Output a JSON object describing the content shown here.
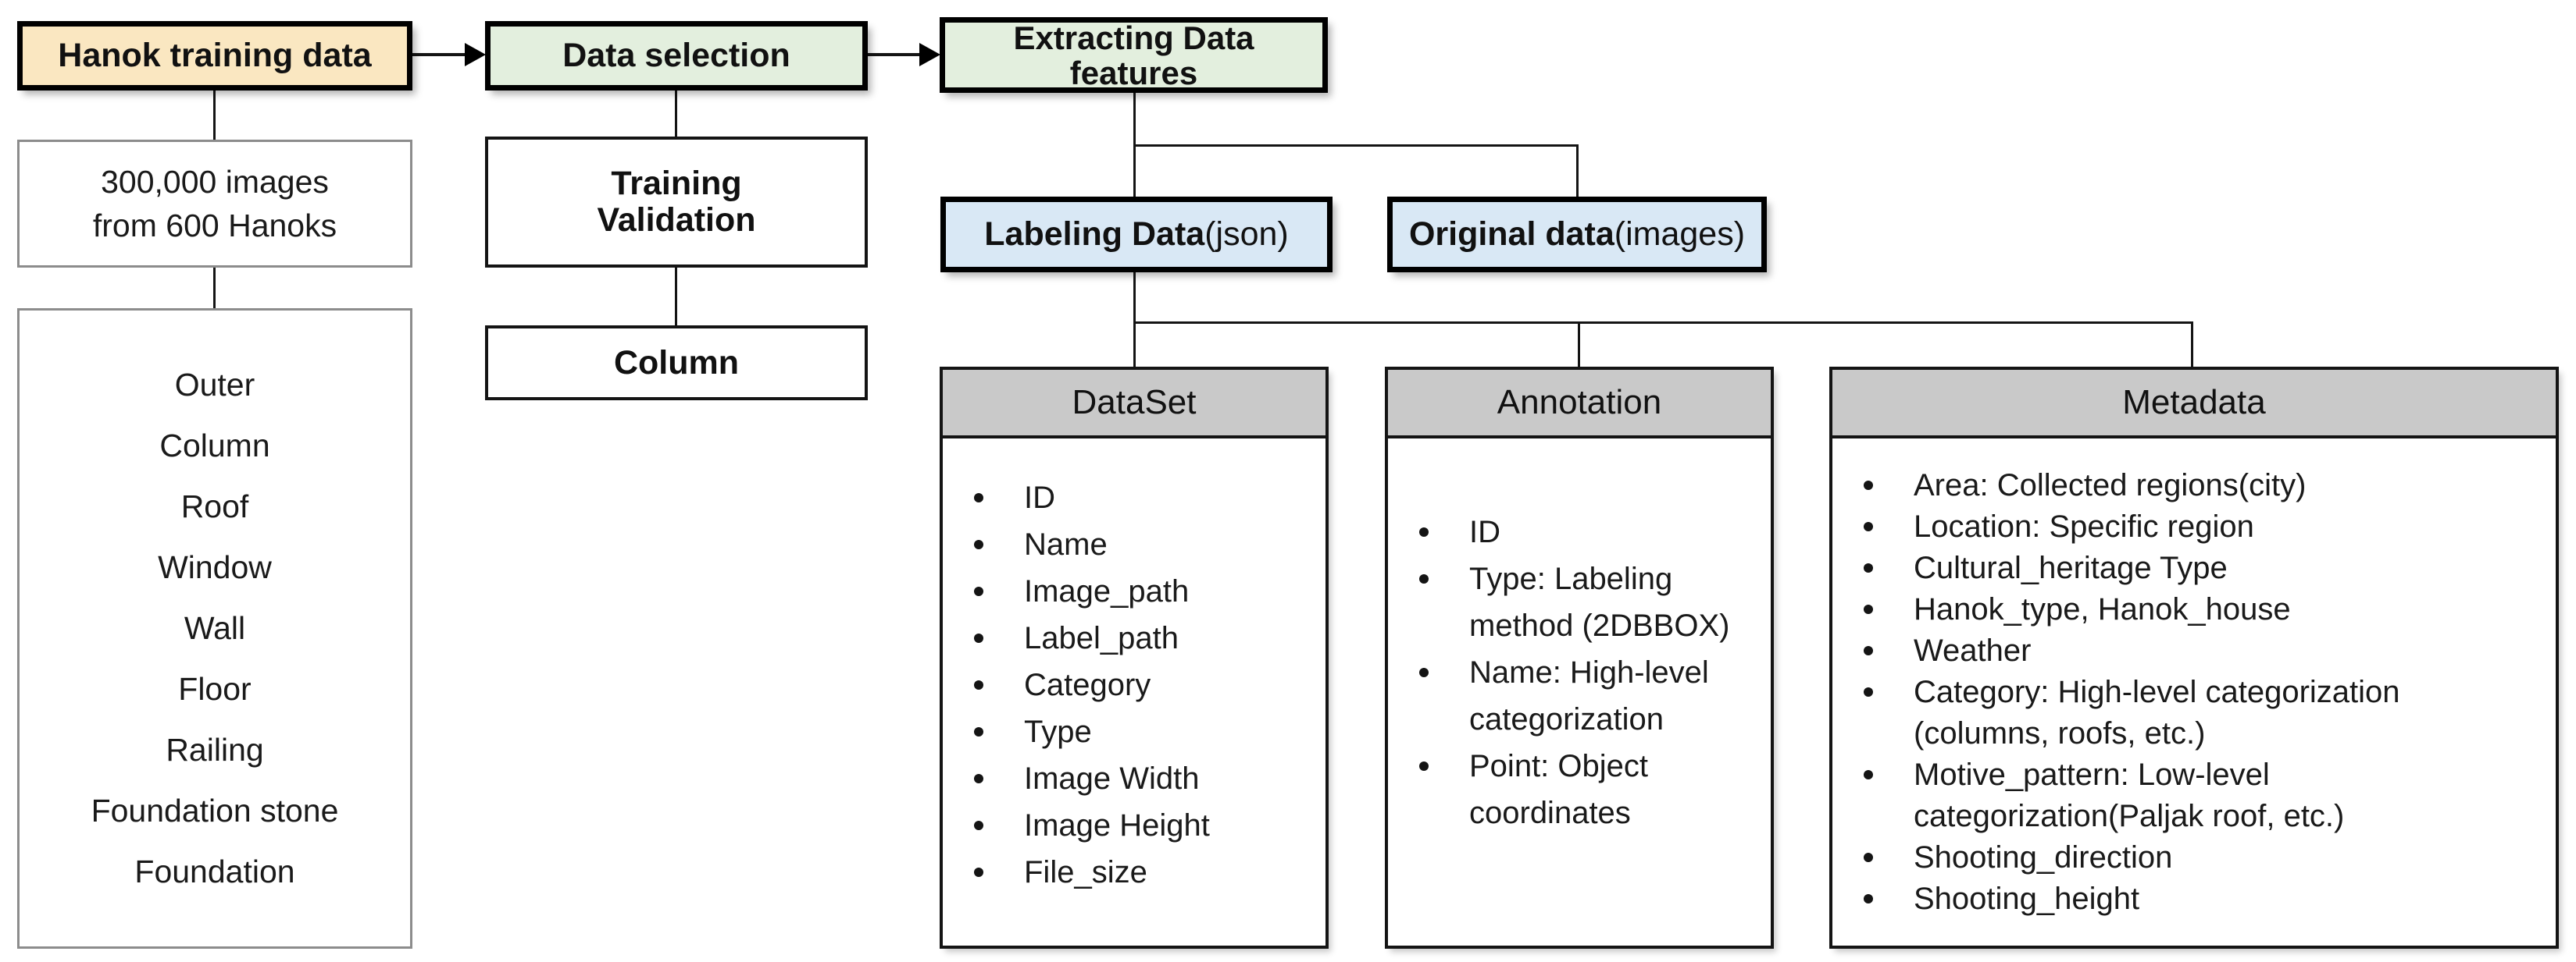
{
  "flow": {
    "hanok": {
      "label": "Hanok training data"
    },
    "data_selection": {
      "label": "Data selection"
    },
    "extracting": {
      "label": "Extracting Data features"
    },
    "images_count": {
      "line1": "300,000 images",
      "line2": "from 600 Hanoks"
    },
    "training_validation": {
      "line1": "Training",
      "line2": "Validation"
    },
    "column": {
      "label": "Column"
    },
    "labeling": {
      "bold": "Labeling Data",
      "normal": "(json)"
    },
    "original": {
      "bold": "Original data",
      "normal": "(images)"
    }
  },
  "element_list": {
    "items": [
      "Outer",
      "Column",
      "Roof",
      "Window",
      "Wall",
      "Floor",
      "Railing",
      "Foundation stone",
      "Foundation"
    ]
  },
  "dataset": {
    "title": "DataSet",
    "items": [
      "ID",
      "Name",
      "Image_path",
      "Label_path",
      "Category",
      "Type",
      "Image Width",
      "Image Height",
      "File_size"
    ]
  },
  "annotation": {
    "title": "Annotation",
    "items": [
      "ID",
      "Type: Labeling method (2DBBOX)",
      "Name: High-level categorization",
      "Point: Object coordinates"
    ]
  },
  "metadata": {
    "title": "Metadata",
    "items": [
      "Area: Collected regions(city)",
      "Location: Specific region",
      "Cultural_heritage Type",
      "Hanok_type, Hanok_house",
      "Weather",
      "Category: High-level categorization (columns, roofs, etc.)",
      "Motive_pattern: Low-level categorization(Paljak roof, etc.)",
      "Shooting_direction",
      "Shooting_height"
    ]
  },
  "colors": {
    "flow_yellow": "#fae7c1",
    "flow_green": "#e3efde",
    "flow_blue": "#d9e8f5",
    "header_gray": "#c9c9c9",
    "line_black": "#141414",
    "thin_border_gray": "#8c8c8c"
  }
}
